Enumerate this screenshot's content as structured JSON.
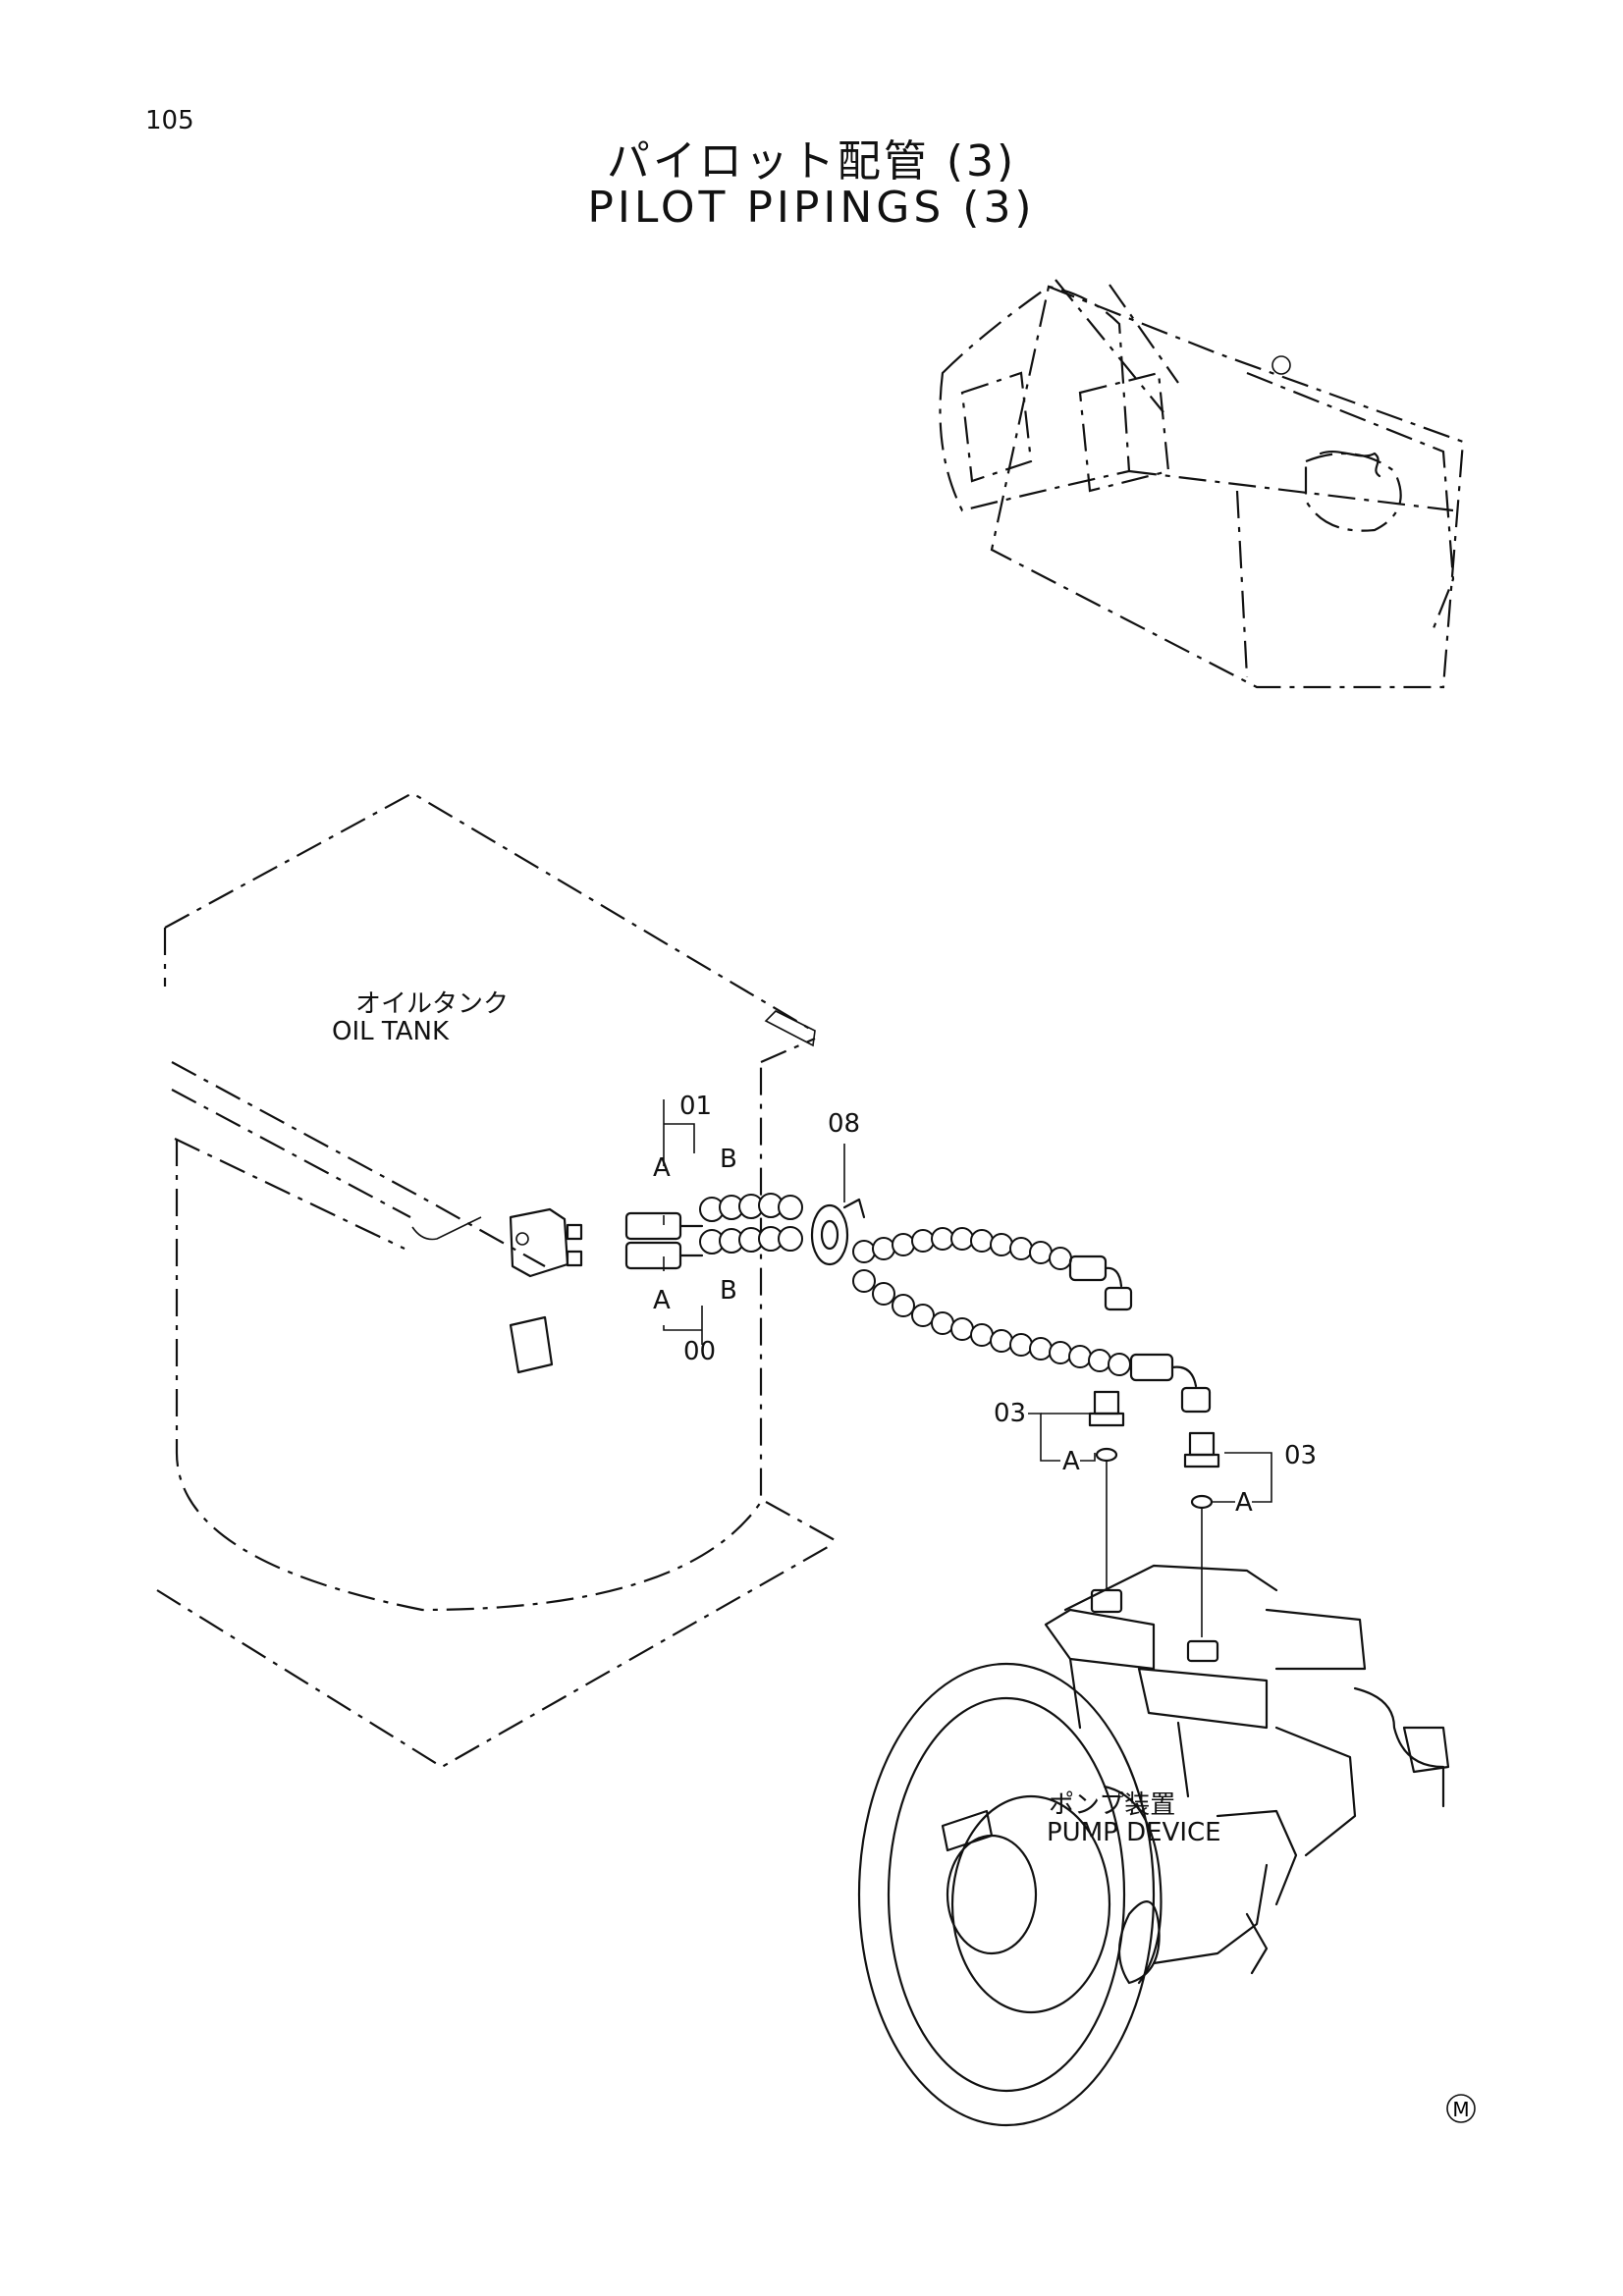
{
  "page": {
    "number": "105"
  },
  "title": {
    "japanese": "パイロット配管 (3)",
    "english": "PILOT PIPINGS (3)"
  },
  "labels": {
    "oil_tank_ja": "オイルタンク",
    "oil_tank_en": "OIL TANK",
    "pump_device_ja": "ポンプ装置",
    "pump_device_en": "PUMP DEVICE"
  },
  "part_callouts": {
    "p01": "01",
    "p00": "00",
    "p08": "08",
    "p03_left": "03",
    "p03_right": "03"
  },
  "port_letters": {
    "upper_a": "A",
    "upper_b": "B",
    "lower_a": "A",
    "lower_b": "B",
    "fitting_left_a": "A",
    "fitting_right_a": "A"
  },
  "mark": {
    "symbol": "M"
  }
}
